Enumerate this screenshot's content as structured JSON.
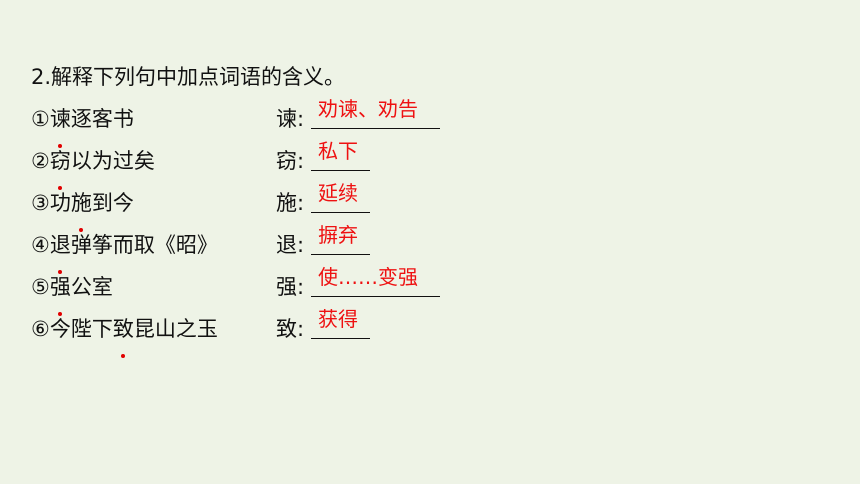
{
  "title": "2.解释下列句中加点词语的含义。",
  "items": [
    {
      "sentence": [
        "①",
        "谏",
        "逐",
        "客",
        "书"
      ],
      "dot_index": 1,
      "label": "谏:",
      "answer": "劝谏、劝告"
    },
    {
      "sentence": [
        "②",
        "窃",
        "以",
        "为",
        "过",
        "矣"
      ],
      "dot_index": 1,
      "label": "窃:",
      "answer": "私下"
    },
    {
      "sentence": [
        "③",
        "功",
        "施",
        "到",
        "今"
      ],
      "dot_index": 2,
      "label": "施:",
      "answer": "延续"
    },
    {
      "sentence": [
        "④",
        "退",
        "弹",
        "筝",
        "而",
        "取",
        "《",
        "昭",
        "》"
      ],
      "dot_index": 1,
      "label": "退:",
      "answer": "摒弃"
    },
    {
      "sentence": [
        "⑤",
        "强",
        "公",
        "室"
      ],
      "dot_index": 1,
      "label": "强:",
      "answer": "使……变强"
    },
    {
      "sentence": [
        "⑥",
        "今",
        "陛",
        "下",
        "致",
        "昆",
        "山",
        "之",
        "玉"
      ],
      "dot_index": 4,
      "label": "致:",
      "answer": "获得"
    }
  ],
  "colors": {
    "background": "#eef3e6",
    "text": "#111111",
    "answer": "#ee1111",
    "dot": "#e10000"
  }
}
